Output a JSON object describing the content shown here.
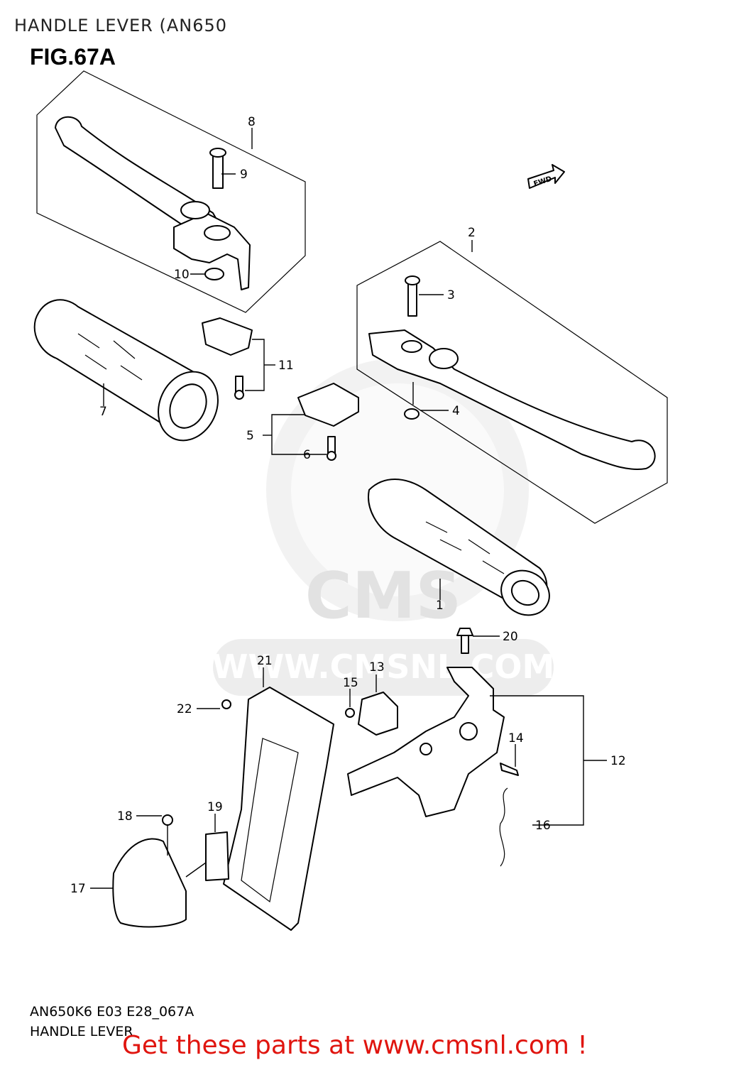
{
  "header": {
    "title": "HANDLE LEVER (AN650"
  },
  "figure": {
    "title": "FIG.67A"
  },
  "fwd_label": "FWD",
  "watermark": {
    "text": "WWW.CMSNL.COM",
    "logo": "CMS"
  },
  "callouts": [
    "1",
    "2",
    "3",
    "4",
    "5",
    "6",
    "7",
    "8",
    "9",
    "10",
    "11",
    "12",
    "13",
    "14",
    "15",
    "16",
    "17",
    "18",
    "19",
    "20",
    "21",
    "22"
  ],
  "footer": {
    "code": "AN650K6 E03 E28_067A",
    "name": "HANDLE LEVER"
  },
  "promo": "Get these parts at www.cmsnl.com !"
}
